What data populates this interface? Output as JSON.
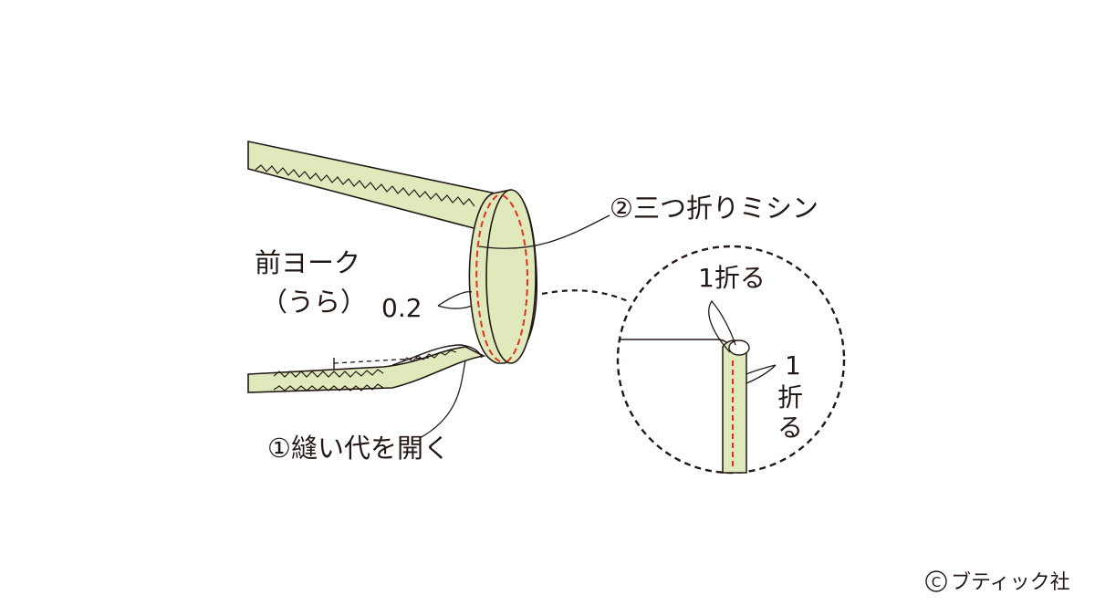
{
  "labels": {
    "front_yoke": "前ヨーク",
    "reverse_side": "（うら）",
    "allowance": "0.2",
    "step1": "①縫い代を開く",
    "step2": "②三つ折りミシン",
    "fold_top": "1折る",
    "fold_side_num": "1",
    "fold_side_1": "折",
    "fold_side_2": "る"
  },
  "credit": {
    "symbol": "C",
    "text": "ブティック社"
  },
  "colors": {
    "fabric": "#dfe9bb",
    "outline": "#231815",
    "stitch": "#e0301e"
  }
}
